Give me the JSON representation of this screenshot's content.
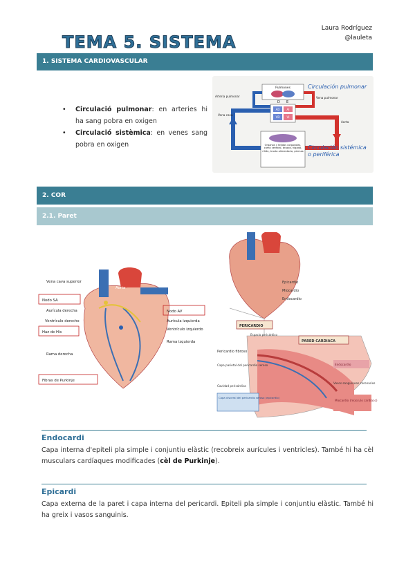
{
  "header": {
    "author_name": "Laura Rodríguez",
    "author_handle": "@lauleta",
    "title": "TEMA 5. SISTEMA CARDIOVASCULAR"
  },
  "section1": {
    "heading": "1. SISTEMA CARDIOVASCULAR",
    "bullets": [
      {
        "term": "Circulació pulmonar",
        "text": ": en arteries hi ha sang pobra en oxigen"
      },
      {
        "term": "Circulació sistèmica",
        "text": ": en venes sang pobra en oxigen"
      }
    ],
    "diagram": {
      "pulmonary_box": "Pulmones",
      "pulmonary_label": "Circulación pulmonar",
      "systemic_label_1": "Circulación sistémica",
      "systemic_label_2": "o periférica",
      "arteria_pulmonar": "Arteria pulmonar",
      "vena_pulmonar": "Vena pulmonar",
      "vena_cava": "Vena cava",
      "aorta": "Aorta",
      "d": "D",
      "e": "E",
      "ad": "AD",
      "ai": "AI",
      "vd": "VD",
      "vi": "VI",
      "organs": "Órganos y tejidos corporales, como cerebro, brazos, hígado, riñón, tracto alimentario, piernas"
    }
  },
  "section2": {
    "heading": "2. COR",
    "subheading": "2.1. Paret",
    "heart_labels": {
      "vena_cava_superior": "Vena cava superior",
      "aorta": "Aorta",
      "nodo_sa": "Nodo SA",
      "auricula_derecha": "Aurícula derecha",
      "ventriculo_derecho": "Ventrículo derecho",
      "haz_de_his": "Haz de His",
      "rama_derecha": "Rama derecha",
      "fibras_purkinje": "Fibras de Purkinje",
      "nodo_av": "Nodo AV",
      "auricula_izquierda": "Aurícula izquierda",
      "ventriculo_izquierdo": "Ventrículo izquierdo",
      "rama_izquierda": "Rama izquierda"
    },
    "wall_labels": {
      "epicardio": "Epicardio",
      "miocardio": "Miocardio",
      "endocardio": "Endocardio",
      "pericardio": "PERICARDIO",
      "pared_cardiaca": "PARED CARDIACA",
      "espacio_pericardico": "Espacio pericárdico",
      "pericardio_fibroso": "Pericardio fibroso",
      "capa_parietal": "Capa parietal del pericardio seroso",
      "cavidad_pericardica": "Cavidad pericárdica",
      "capa_visceral": "Capa visceral del pericardio seroso (epicardio)",
      "endocardio_box": "Endocardio",
      "vasos": "Vasos sanguíneos coronarios",
      "miocardio_box": "Miocardio (músculo cardiaco)"
    }
  },
  "endocardi": {
    "heading": "Endocardi",
    "text_1": "Capa interna d'epiteli pla simple i conjuntiu elàstic (recobreix aurícules i ventricles). També hi ha cèl musculars cardíaques modificades (",
    "bold": "cèl de Purkinje",
    "text_2": ")."
  },
  "epicardi": {
    "heading": "Epicardi",
    "text": "Capa externa de la paret i capa interna del pericardi. Epiteli pla simple i conjuntiu elàstic. També hi ha greix i vasos sanguinis."
  },
  "colors": {
    "section_bar": "#3a7e93",
    "subsection_bar": "#a8c8cf",
    "heading_text": "#2f6f97",
    "arterial_red": "#d2322d",
    "venous_blue": "#2a5fb0"
  }
}
